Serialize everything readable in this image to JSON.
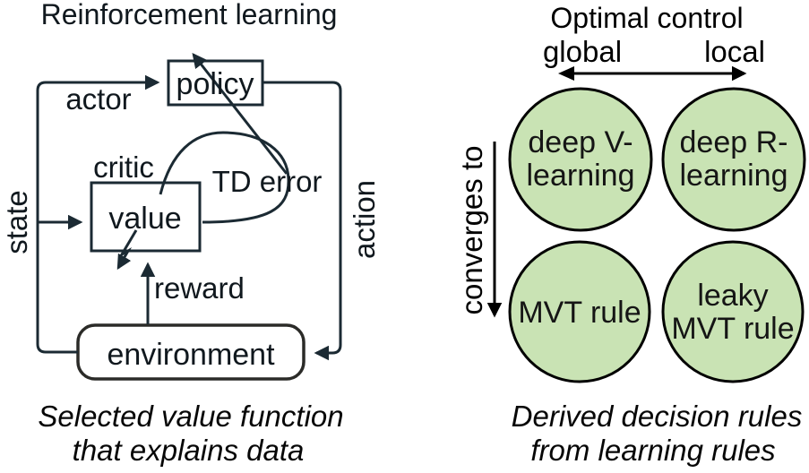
{
  "left": {
    "title": "Reinforcement learning",
    "nodes": {
      "policy": "policy",
      "value": "value",
      "environment": "environment"
    },
    "labels": {
      "actor": "actor",
      "critic": "critic",
      "td_error": "TD error",
      "state": "state",
      "action": "action",
      "reward": "reward"
    },
    "caption": {
      "line1": "Selected value function",
      "line2": "that explains data"
    }
  },
  "right": {
    "title": "Optimal control",
    "axis": {
      "global_label": "global",
      "local_label": "local",
      "converges_label": "converges to"
    },
    "circles": [
      {
        "line1": "deep V-",
        "line2": "learning"
      },
      {
        "line1": "deep R-",
        "line2": "learning"
      },
      {
        "line1": "MVT rule",
        "line2": ""
      },
      {
        "line1": "leaky",
        "line2": "MVT rule"
      }
    ],
    "caption": {
      "line1": "Derived decision rules",
      "line2": "from learning rules"
    }
  },
  "colors": {
    "circle_fill": "#c9e3b4",
    "diagram_line": "#1b2a33",
    "right_line": "#000000",
    "background": "#ffffff"
  }
}
